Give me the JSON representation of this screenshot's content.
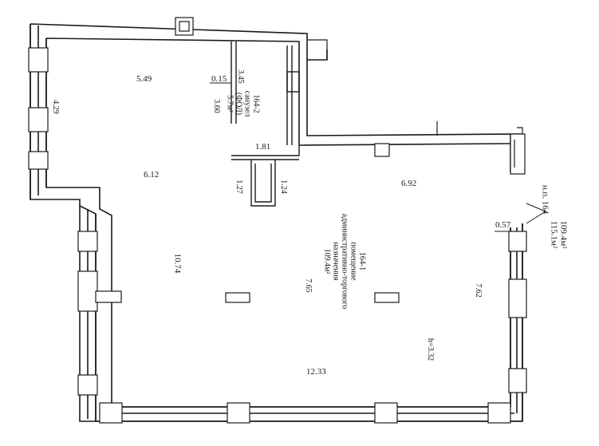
{
  "plan": {
    "dimensions": {
      "d_549": "5.49",
      "d_429": "4.29",
      "d_015": "0.15",
      "d_345": "3.45",
      "d_360": "3.60",
      "d_181": "1.81",
      "d_612": "6.12",
      "d_127": "1.27",
      "d_124": "1.24",
      "d_692": "6.92",
      "d_057": "0.57",
      "d_1074": "10.74",
      "d_765": "7.65",
      "d_762": "7.62",
      "d_1233": "12.33",
      "height": "h=3.32"
    },
    "room_164_2": {
      "number": "164-2",
      "name": "санузел",
      "type": "(ФОЛ)",
      "area": "5.7м²"
    },
    "room_164_1": {
      "number": "164-1",
      "line1": "помещение",
      "line2": "административно-торгового",
      "line3": "назначения",
      "area": "109.4м²"
    },
    "premises_164": {
      "label": "н.п. 164",
      "area_net": "109.4м²",
      "area_gross": "115.1м²"
    }
  }
}
